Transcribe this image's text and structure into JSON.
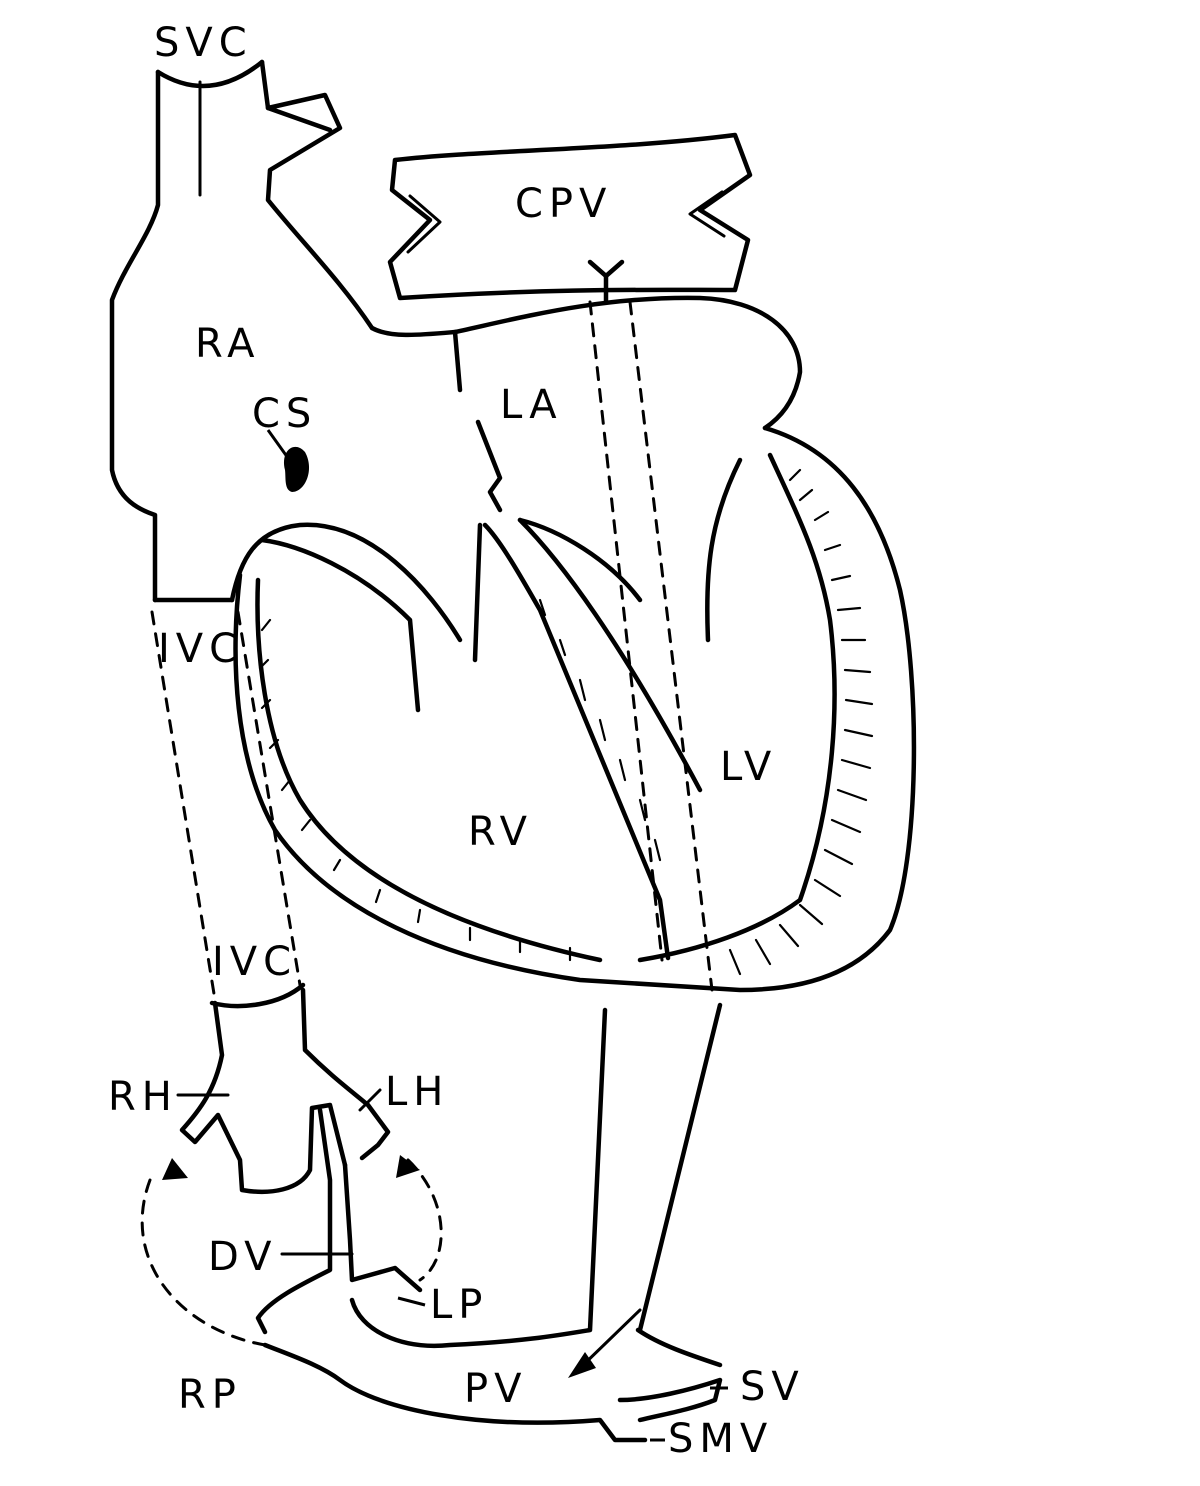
{
  "labels": {
    "svc": "SVC",
    "cpv": "CPV",
    "ra": "RA",
    "cs": "CS",
    "la": "LA",
    "ivc_upper": "IVC",
    "lv": "LV",
    "rv": "RV",
    "ivc_lower": "IVC",
    "rh": "RH",
    "lh": "LH",
    "dv": "DV",
    "lp": "LP",
    "rp": "RP",
    "pv": "PV",
    "sv": "SV",
    "smv": "SMV"
  },
  "colors": {
    "ink": "#000000",
    "background": "#ffffff"
  }
}
